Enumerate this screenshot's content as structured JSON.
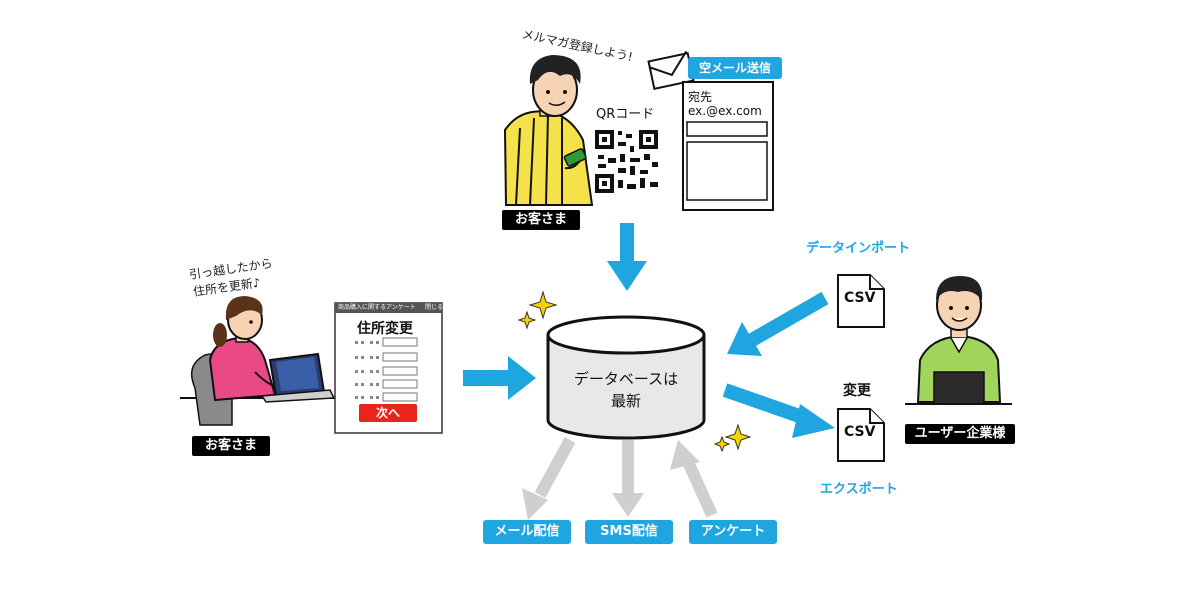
{
  "customer_top": {
    "speech": "メルマガ登録しよう!",
    "qr_label": "QRコード",
    "badge": "お客さま"
  },
  "email_panel": {
    "tab": "空メール送信",
    "to_label": "宛先",
    "to_value": "ex.@ex.com"
  },
  "customer_left": {
    "speech_line1": "引っ越したから",
    "speech_line2": "住所を更新♪",
    "badge": "お客さま"
  },
  "form": {
    "header": "商品購入に関するアンケート",
    "header_right": "閉じる",
    "title": "住所変更",
    "next_button": "次へ"
  },
  "database": {
    "line1": "データベースは",
    "line2": "最新"
  },
  "company": {
    "import_label": "データインポート",
    "change_label": "変更",
    "export_label": "エクスポート",
    "csv_label_top": "CSV",
    "csv_label_bottom": "CSV",
    "badge": "ユーザー企業様"
  },
  "outputs": {
    "mail": "メール配信",
    "sms": "SMS配信",
    "survey": "アンケート"
  },
  "colors": {
    "accent_blue": "#1fa5e0",
    "gray_arrow": "#cfcfcf",
    "shirt_yellow": "#f5e14a",
    "shirt_pink": "#e94a86",
    "shirt_green": "#9ed55a",
    "button_red": "#e8241b"
  }
}
